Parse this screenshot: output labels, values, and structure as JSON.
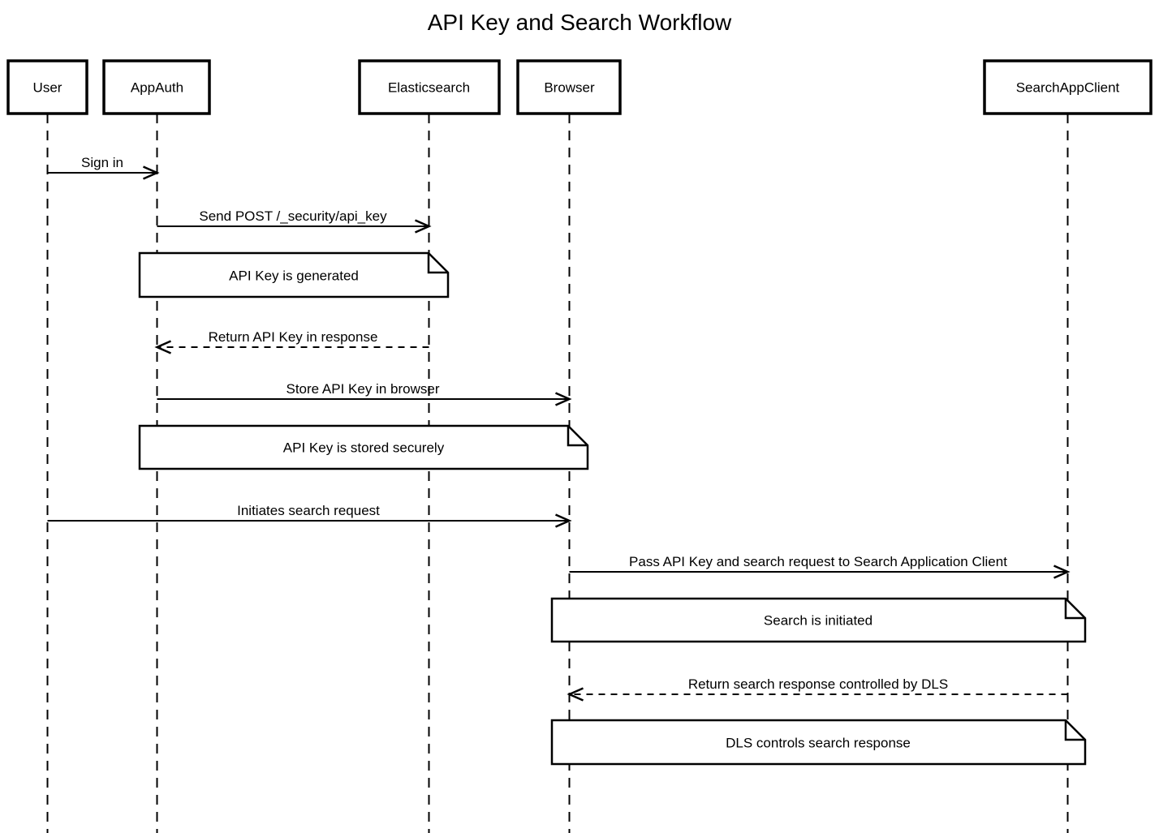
{
  "title": "API Key and Search Workflow",
  "colors": {
    "stroke": "#000000",
    "background": "#ffffff",
    "note_fill": "#ffffff"
  },
  "actors": [
    {
      "id": "user",
      "label": "User"
    },
    {
      "id": "appauth",
      "label": "AppAuth"
    },
    {
      "id": "elasticsearch",
      "label": "Elasticsearch"
    },
    {
      "id": "browser",
      "label": "Browser"
    },
    {
      "id": "searchappclient",
      "label": "SearchAppClient"
    }
  ],
  "messages": [
    {
      "from": "User",
      "to": "AppAuth",
      "style": "solid",
      "label": "Sign in"
    },
    {
      "from": "AppAuth",
      "to": "Elasticsearch",
      "style": "solid",
      "label": "Send POST /_security/api_key"
    },
    {
      "from": "Elasticsearch",
      "to": "AppAuth",
      "style": "dashed",
      "label": "Return API Key in response"
    },
    {
      "from": "AppAuth",
      "to": "Browser",
      "style": "solid",
      "label": "Store API Key in browser"
    },
    {
      "from": "User",
      "to": "Browser",
      "style": "solid",
      "label": "Initiates search request"
    },
    {
      "from": "Browser",
      "to": "SearchAppClient",
      "style": "solid",
      "label": "Pass API Key and search request to Search Application Client"
    },
    {
      "from": "SearchAppClient",
      "to": "Browser",
      "style": "dashed",
      "label": "Return search response controlled by DLS"
    }
  ],
  "notes": [
    {
      "over": "AppAuth, Elasticsearch",
      "label": "API Key is generated"
    },
    {
      "over": "AppAuth, Browser",
      "label": "API Key is stored securely"
    },
    {
      "over": "Browser, SearchAppClient",
      "label": "Search is initiated"
    },
    {
      "over": "Browser, SearchAppClient",
      "label": "DLS controls search response"
    }
  ]
}
